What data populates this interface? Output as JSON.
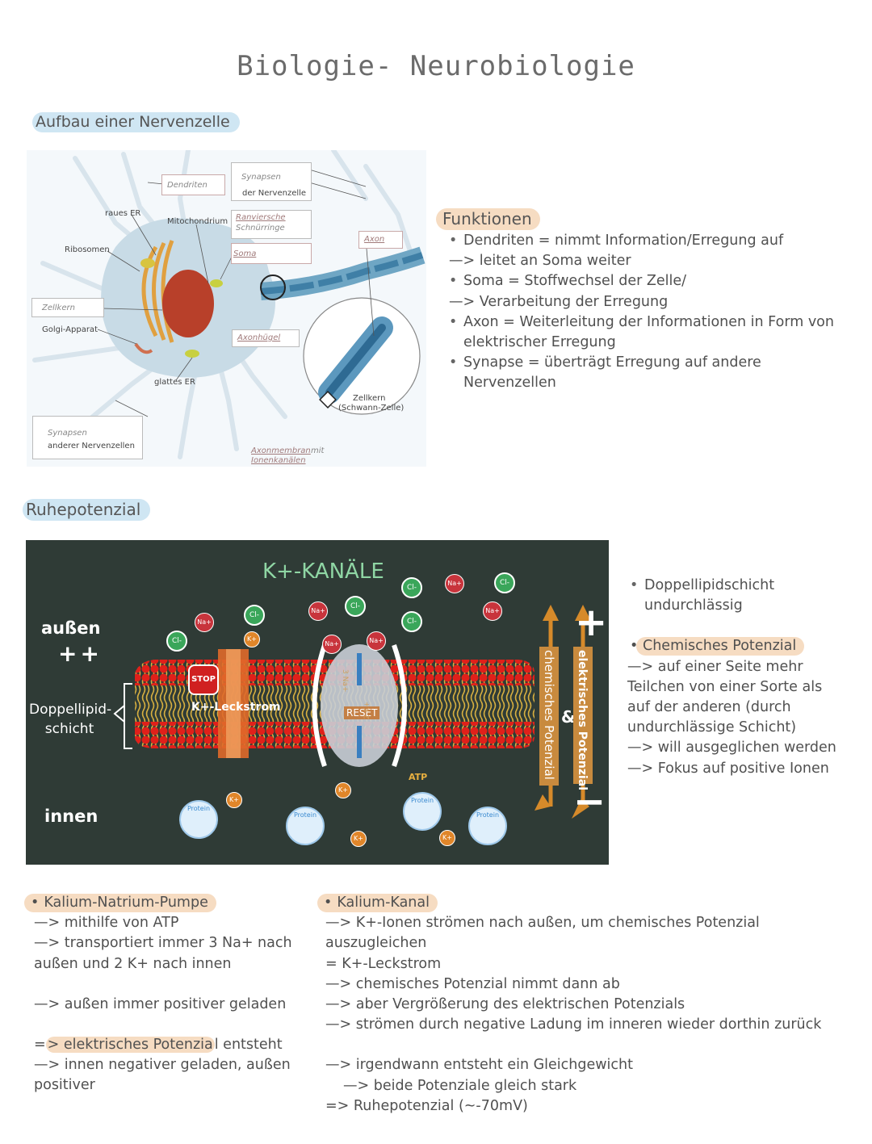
{
  "title": "Biologie- Neurobiologie",
  "section1": {
    "heading": "Aufbau einer Nervenzelle",
    "figure_labels": {
      "dendriten": "Dendriten",
      "synapsen_nz_1": "Synapsen",
      "synapsen_nz_2": "der Nervenzelle",
      "raues_er": "raues ER",
      "mitochondrium": "Mitochondrium",
      "ranvier_1": "Ranviersche",
      "ranvier_2": "Schnürringe",
      "ribosomen": "Ribosomen",
      "soma": "Soma",
      "axon": "Axon",
      "zellkern": "Zellkern",
      "golgi": "Golgi-Apparat",
      "axonhuegel": "Axonhügel",
      "glattes_er": "glattes ER",
      "zellkern_schwann_1": "Zellkern",
      "zellkern_schwann_2": "(Schwann-Zelle)",
      "synapsen_andere_1": "Synapsen",
      "synapsen_andere_2": "anderer Nervenzellen",
      "axonmembran_1": "Axonmembran",
      "axonmembran_mit": "mit",
      "axonmembran_2": "Ionenkanälen"
    },
    "funktionen": {
      "heading": "Funktionen",
      "lines": [
        "Dendriten = nimmt Information/Erregung  auf",
        "—> leitet an Soma weiter",
        "Soma = Stoffwechsel der Zelle/",
        "—> Verarbeitung der Erregung",
        "Axon = Weiterleitung der Informationen in Form von",
        "elektrischer Erregung",
        "Synapse = überträgt Erregung auf andere",
        "Nervenzellen"
      ]
    }
  },
  "section2": {
    "heading": "Ruhepotenzial",
    "figure": {
      "title": "K+-KANÄLE",
      "aussen": "außen",
      "plus_plus": "++",
      "doppellipid_1": "Doppellipid-",
      "doppellipid_2": "schicht",
      "innen": "innen",
      "stop": "STOP",
      "leckstrom": "K+-Leckstrom",
      "reset": "RESET",
      "atp": "ATP",
      "chem_pot": "chemisches Potenzial",
      "amp": "&",
      "elek_pot": "elektrisches Potenzial",
      "na": "Na+",
      "cl": "Cl-",
      "k": "K+",
      "protein": "Protein",
      "pump_top": "3 Na+",
      "pump_bottom": "2 K+",
      "plus_sign": "+",
      "minus_sign": "−"
    },
    "right_notes": {
      "b1_line1": "Doppellipidschicht",
      "b1_line2": "undurchlässig",
      "b2_heading": "Chemisches Potenzial",
      "lines": [
        "—> auf einer Seite mehr",
        "Teilchen von einer Sorte als",
        "auf der anderen (durch",
        "undurchlässige Schicht)",
        "—> will ausgeglichen werden",
        "—> Fokus auf positive Ionen"
      ]
    }
  },
  "section3": {
    "left": {
      "heading": "Kalium-Natrium-Pumpe",
      "lines": [
        "—> mithilfe von ATP",
        "—> transportiert immer 3 Na+ nach",
        "außen und 2 K+ nach innen",
        "",
        "—> außen immer positiver geladen",
        ""
      ],
      "elek_prefix": "=",
      "elek_hl": "> elektrisches Potenzia",
      "elek_suffix": "l entsteht",
      "lines2": [
        "—> innen negativer geladen, außen",
        "positiver"
      ]
    },
    "right": {
      "heading": "Kalium-Kanal",
      "lines": [
        "—> K+-Ionen strömen nach außen, um chemisches Potenzial",
        "auszugleichen",
        "= K+-Leckstrom",
        "—> chemisches Potenzial nimmt dann ab",
        "—> aber Vergrößerung des elektrischen Potenzials",
        "—> strömen durch negative Ladung im inneren wieder dorthin zurück",
        "",
        "—> irgendwann entsteht ein Gleichgewicht",
        "—> beide Potenziale gleich stark",
        "=> Ruhepotenzial (~-70mV)"
      ]
    }
  }
}
